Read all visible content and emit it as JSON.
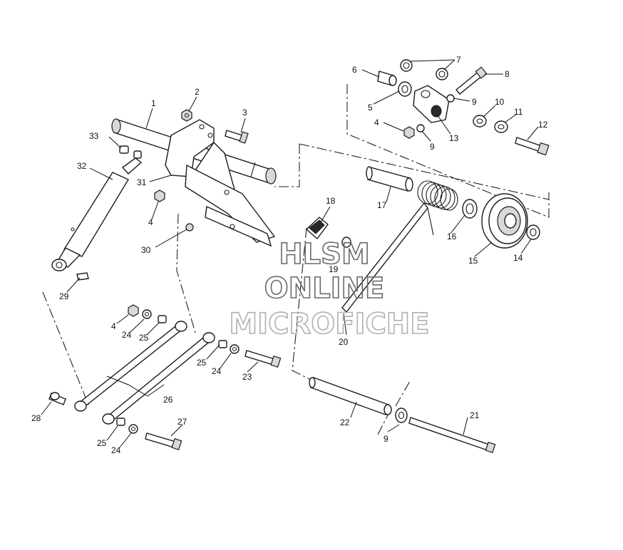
{
  "callouts": {
    "c1": "1",
    "c2": "2",
    "c3": "3",
    "c4a": "4",
    "c4b": "4",
    "c4c": "4",
    "c5": "5",
    "c6": "6",
    "c7": "7",
    "c8": "8",
    "c9a": "9",
    "c9b": "9",
    "c9c": "9",
    "c10": "10",
    "c11": "11",
    "c12": "12",
    "c13": "13",
    "c14": "14",
    "c15": "15",
    "c16": "16",
    "c17": "17",
    "c18": "18",
    "c19": "19",
    "c20": "20",
    "c21": "21",
    "c22": "22",
    "c23": "23",
    "c24a": "24",
    "c24b": "24",
    "c24c": "24",
    "c25a": "25",
    "c25b": "25",
    "c25c": "25",
    "c26": "26",
    "c27": "27",
    "c28": "28",
    "c29": "29",
    "c30": "30",
    "c31": "31",
    "c32": "32",
    "c33": "33"
  },
  "watermark": {
    "line1": "HLSM",
    "line2": "ONLINE",
    "line3": "MICROFICHE"
  },
  "colors": {
    "line": "#1a1a1a",
    "watermark_dark": "#6a6a6a",
    "watermark_light": "#b0b0b0"
  }
}
